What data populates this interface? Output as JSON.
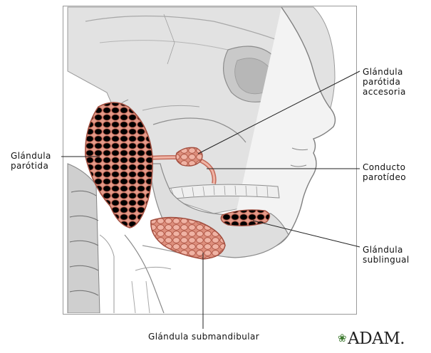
{
  "diagram": {
    "labels": {
      "parotid_accessory": [
        "Glándula",
        "parótida",
        "accesoria"
      ],
      "parotid": [
        "Glándula",
        "parótida"
      ],
      "duct": [
        "Conducto",
        "parotídeo"
      ],
      "sublingual": [
        "Glándula",
        "sublingual"
      ],
      "submandibular": "Glándula submandibular"
    },
    "logo": {
      "text": "ADAM.",
      "icon": "leaf-icon"
    },
    "colors": {
      "gland": "#e0907f",
      "gland_outline": "#b8594a",
      "bone": "#d9d9d9",
      "skin_outline": "#8a8a8a",
      "leader_line": "#222222"
    }
  }
}
